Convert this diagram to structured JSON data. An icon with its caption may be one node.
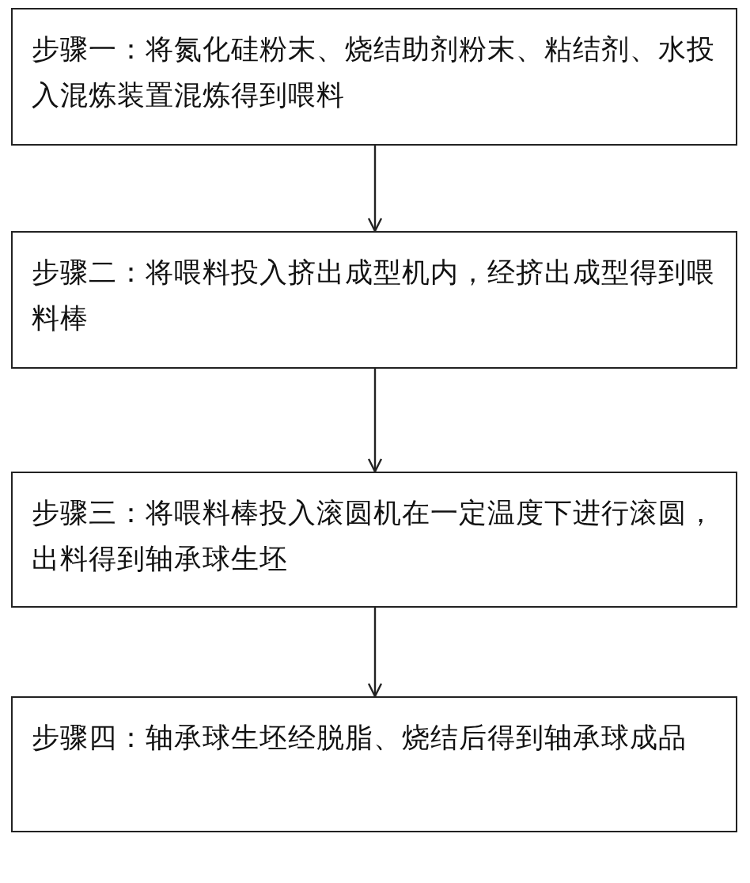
{
  "diagram": {
    "nodes": [
      {
        "text": [
          "步骤一：将氮化硅粉末、烧结助剂粉末、粘结剂、水投入混炼装置混炼得到喂料"
        ]
      },
      {
        "text": [
          "步骤二：将喂料投入挤出成型机内，经挤出成型得到喂料棒"
        ]
      },
      {
        "text": [
          "步骤三：将喂料棒投入滚圆机在一定温度下进行滚圆，出料得到轴承球生坯"
        ]
      },
      {
        "text": [
          "步骤四：轴承球生坯经脱脂、烧结后得到轴承球成品"
        ]
      }
    ],
    "edges": [
      {
        "from": 0,
        "to": 1,
        "arrow": "to"
      },
      {
        "from": 1,
        "to": 2,
        "arrow": "to"
      },
      {
        "from": 2,
        "to": 3,
        "arrow": "to"
      }
    ]
  }
}
